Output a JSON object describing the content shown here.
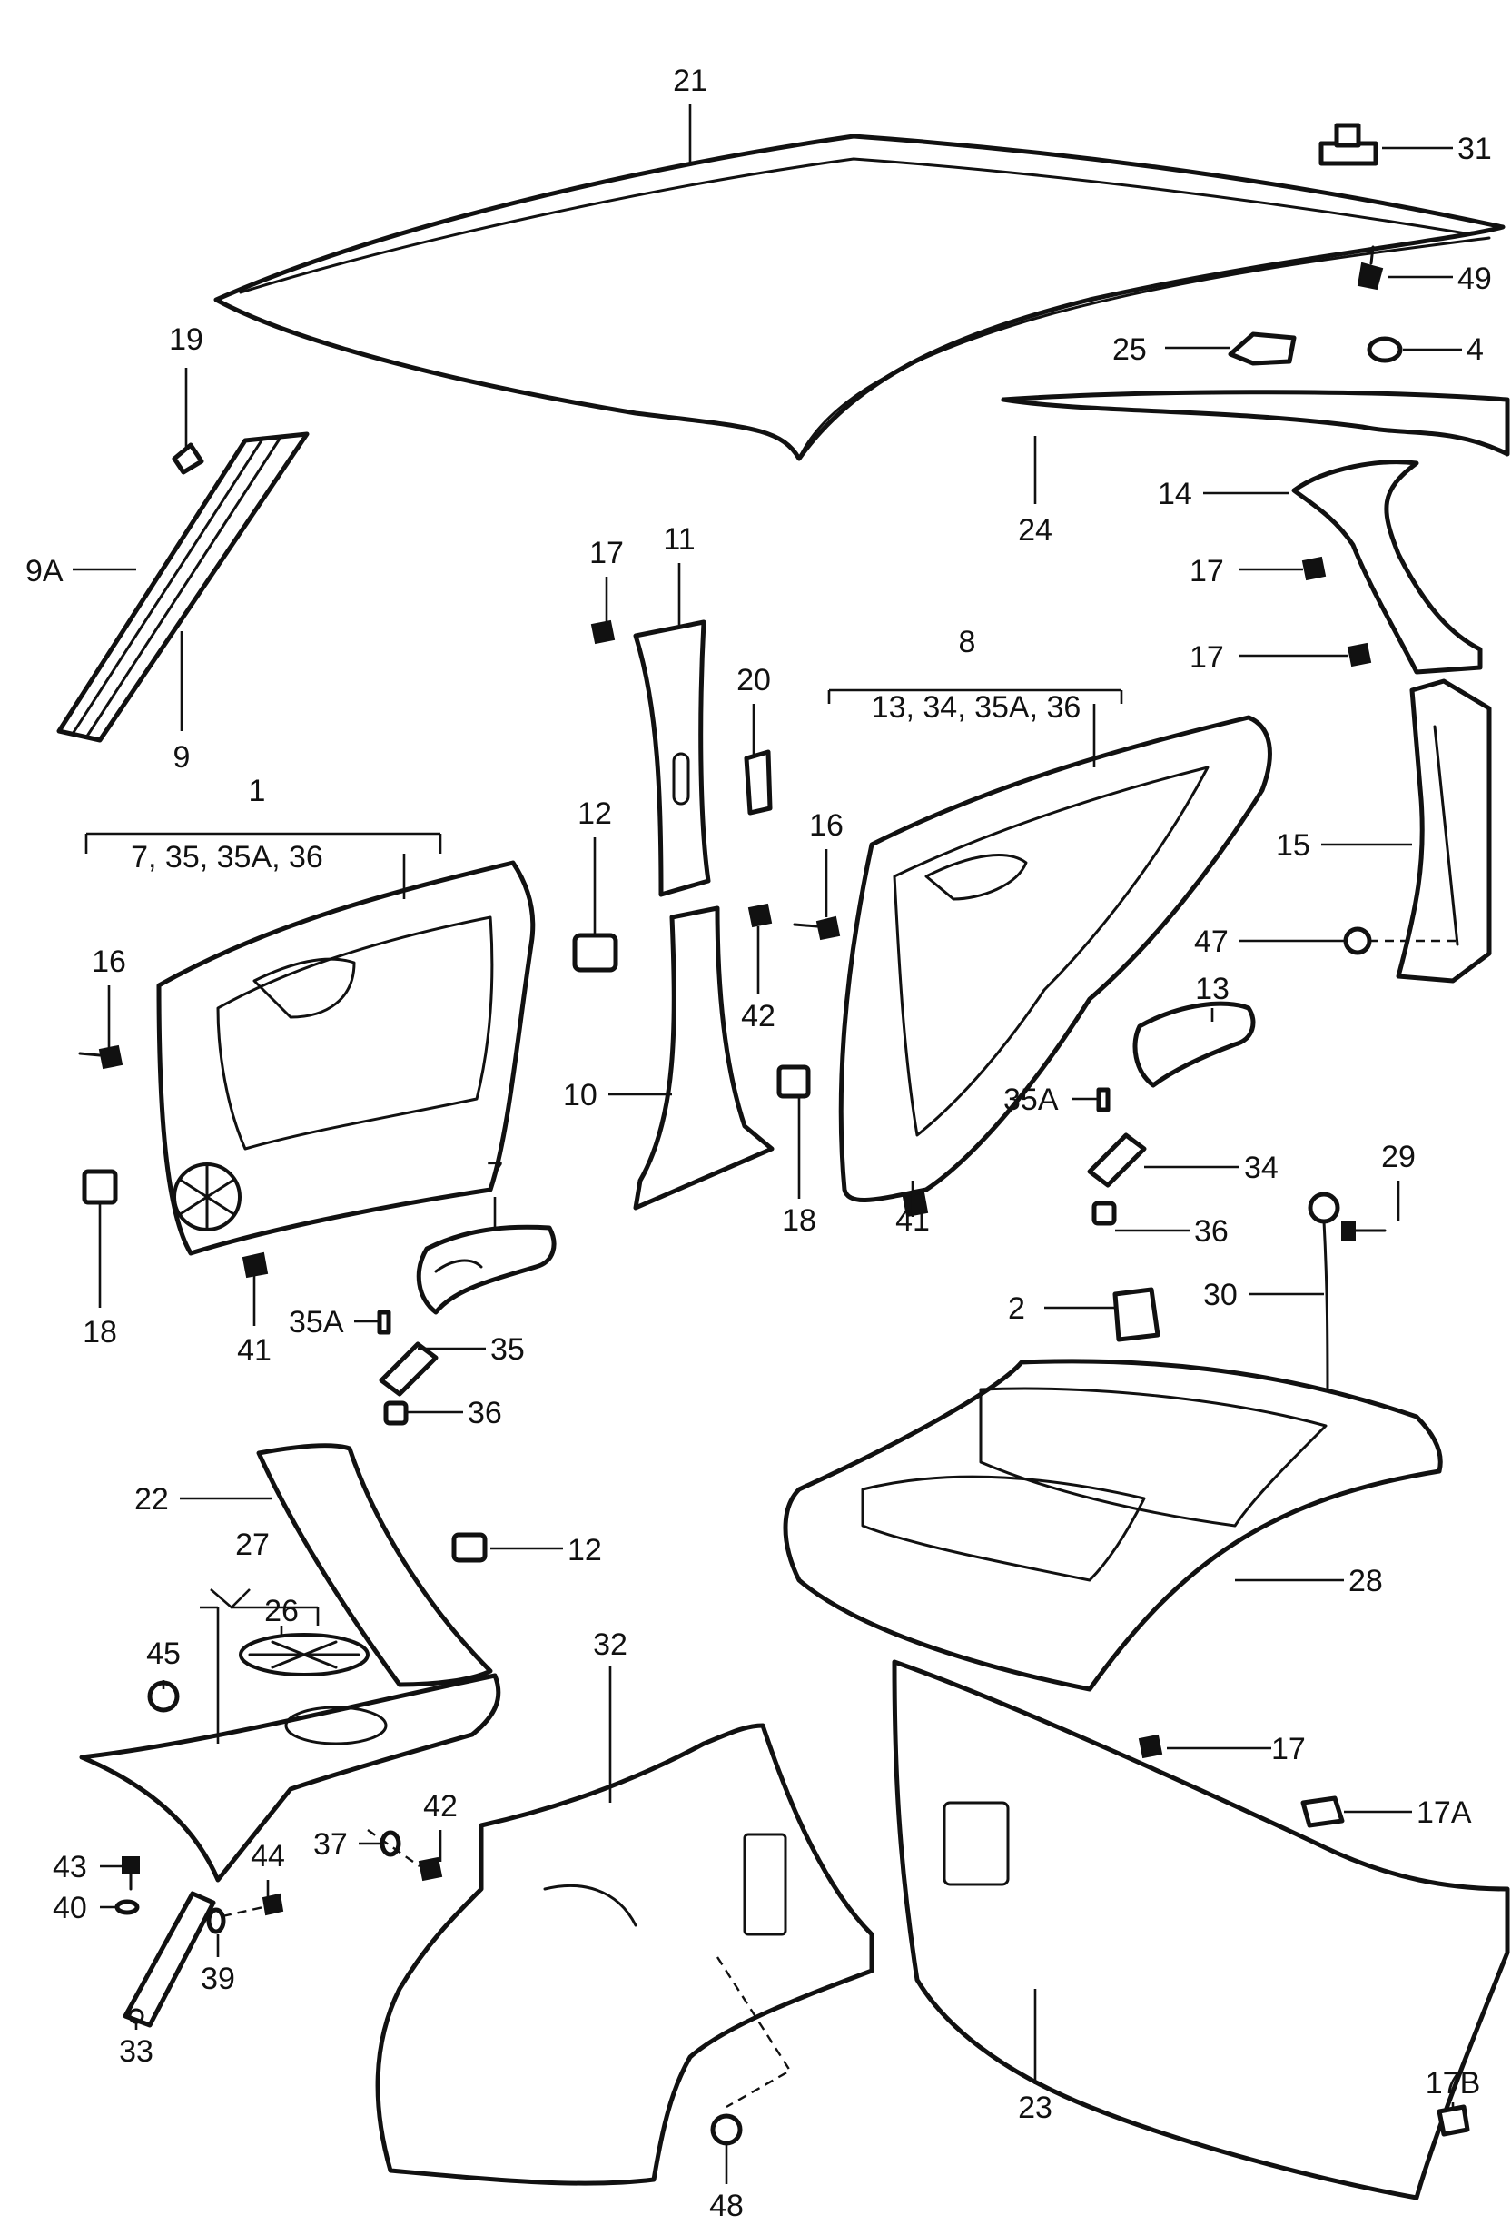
{
  "diagram": {
    "callouts": [
      {
        "id": "c21",
        "label": "21"
      },
      {
        "id": "c31",
        "label": "31"
      },
      {
        "id": "c49",
        "label": "49"
      },
      {
        "id": "c25",
        "label": "25"
      },
      {
        "id": "c4",
        "label": "4"
      },
      {
        "id": "c19",
        "label": "19"
      },
      {
        "id": "c9A",
        "label": "9A"
      },
      {
        "id": "c9",
        "label": "9"
      },
      {
        "id": "c24",
        "label": "24"
      },
      {
        "id": "c14",
        "label": "14"
      },
      {
        "id": "c17a",
        "label": "17"
      },
      {
        "id": "c17b",
        "label": "17"
      },
      {
        "id": "c17c",
        "label": "17"
      },
      {
        "id": "c17d",
        "label": "17"
      },
      {
        "id": "c11",
        "label": "11"
      },
      {
        "id": "c20",
        "label": "20"
      },
      {
        "id": "c8",
        "label": "8"
      },
      {
        "id": "c8sub",
        "label": "13, 34, 35A, 36"
      },
      {
        "id": "c1",
        "label": "1"
      },
      {
        "id": "c1sub",
        "label": "7, 35, 35A, 36"
      },
      {
        "id": "c16a",
        "label": "16"
      },
      {
        "id": "c16b",
        "label": "16"
      },
      {
        "id": "c12a",
        "label": "12"
      },
      {
        "id": "c12b",
        "label": "12"
      },
      {
        "id": "c15",
        "label": "15"
      },
      {
        "id": "c47",
        "label": "47"
      },
      {
        "id": "c42a",
        "label": "42"
      },
      {
        "id": "c42b",
        "label": "42"
      },
      {
        "id": "c13",
        "label": "13"
      },
      {
        "id": "c10",
        "label": "10"
      },
      {
        "id": "c35A1",
        "label": "35A"
      },
      {
        "id": "c35A2",
        "label": "35A"
      },
      {
        "id": "c34",
        "label": "34"
      },
      {
        "id": "c18a",
        "label": "18"
      },
      {
        "id": "c18b",
        "label": "18"
      },
      {
        "id": "c41a",
        "label": "41"
      },
      {
        "id": "c41b",
        "label": "41"
      },
      {
        "id": "c29",
        "label": "29"
      },
      {
        "id": "c36a",
        "label": "36"
      },
      {
        "id": "c36b",
        "label": "36"
      },
      {
        "id": "c7",
        "label": "7"
      },
      {
        "id": "c30",
        "label": "30"
      },
      {
        "id": "c2",
        "label": "2"
      },
      {
        "id": "c35",
        "label": "35"
      },
      {
        "id": "c22",
        "label": "22"
      },
      {
        "id": "c27",
        "label": "27"
      },
      {
        "id": "c26",
        "label": "26"
      },
      {
        "id": "c28",
        "label": "28"
      },
      {
        "id": "c45",
        "label": "45"
      },
      {
        "id": "c32",
        "label": "32"
      },
      {
        "id": "c17A",
        "label": "17A"
      },
      {
        "id": "c43",
        "label": "43"
      },
      {
        "id": "c44",
        "label": "44"
      },
      {
        "id": "c37",
        "label": "37"
      },
      {
        "id": "c40",
        "label": "40"
      },
      {
        "id": "c39",
        "label": "39"
      },
      {
        "id": "c33",
        "label": "33"
      },
      {
        "id": "c17B",
        "label": "17B"
      },
      {
        "id": "c23",
        "label": "23"
      },
      {
        "id": "c48",
        "label": "48"
      }
    ]
  }
}
